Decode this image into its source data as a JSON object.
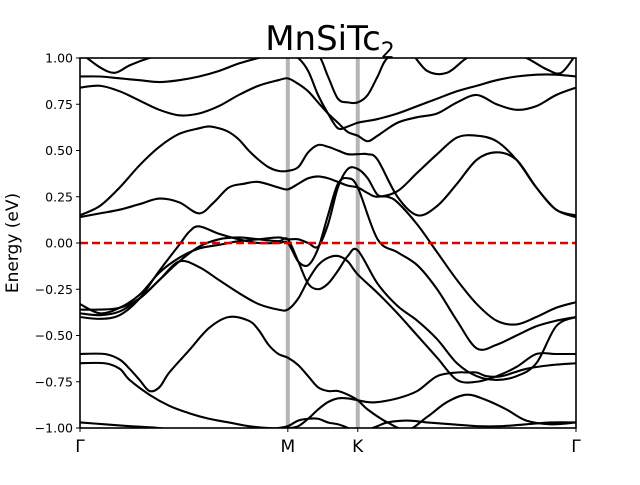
{
  "chart_data": {
    "type": "line",
    "title": "MnSiTc",
    "title_subscript": "2",
    "xlabel": "",
    "ylabel": "Energy (eV)",
    "ylim": [
      -1.0,
      1.0
    ],
    "xlim": [
      0,
      1
    ],
    "yticks": [
      -1.0,
      -0.75,
      -0.5,
      -0.25,
      0.0,
      0.25,
      0.5,
      0.75,
      1.0
    ],
    "ytick_labels": [
      "−1.00",
      "−0.75",
      "−0.50",
      "−0.25",
      "0.00",
      "0.25",
      "0.50",
      "0.75",
      "1.00"
    ],
    "kpoints": [
      {
        "label": "Γ",
        "x": 0.0
      },
      {
        "label": "M",
        "x": 0.419
      },
      {
        "label": "K",
        "x": 0.56
      },
      {
        "label": "Γ",
        "x": 1.0
      }
    ],
    "fermi_level": 0.0,
    "fermi_color": "#e00000",
    "band_color": "#000000",
    "kline_color": "#b5b5b5",
    "grid": false,
    "bands": [
      {
        "x": [
          0.0,
          0.05,
          0.1,
          0.16,
          0.2,
          0.24,
          0.3,
          0.36,
          0.38,
          0.4,
          0.419,
          0.44,
          0.46,
          0.48,
          0.5,
          0.52,
          0.54,
          0.56,
          0.58,
          0.6,
          0.62,
          0.66,
          0.7,
          0.75,
          0.8,
          0.85,
          0.9,
          0.95,
          1.0
        ],
        "y": [
          -0.97,
          -0.98,
          -0.99,
          -1.0,
          -1.02,
          -1.03,
          -1.03,
          -1.02,
          -1.01,
          -1.0,
          -0.99,
          -0.96,
          -0.95,
          -0.95,
          -0.97,
          -0.98,
          -1.0,
          -1.03,
          -1.01,
          -0.99,
          -0.97,
          -0.96,
          -0.97,
          -0.98,
          -0.99,
          -0.99,
          -0.98,
          -0.97,
          -0.97
        ]
      },
      {
        "x": [
          0.0,
          0.05,
          0.08,
          0.1,
          0.14,
          0.18,
          0.22,
          0.26,
          0.3,
          0.34,
          0.38,
          0.419,
          0.44,
          0.46,
          0.48,
          0.5,
          0.52,
          0.54,
          0.56,
          0.58,
          0.6,
          0.64,
          0.68,
          0.72,
          0.76,
          0.78,
          0.8,
          0.82,
          0.85,
          0.9,
          0.95,
          1.0
        ],
        "y": [
          -0.65,
          -0.65,
          -0.68,
          -0.74,
          -0.82,
          -0.88,
          -0.92,
          -0.95,
          -0.97,
          -0.99,
          -1.0,
          -1.0,
          -0.99,
          -0.95,
          -0.9,
          -0.86,
          -0.84,
          -0.84,
          -0.85,
          -0.86,
          -0.86,
          -0.84,
          -0.8,
          -0.72,
          -0.7,
          -0.7,
          -0.7,
          -0.72,
          -0.72,
          -0.68,
          -0.66,
          -0.65
        ]
      },
      {
        "x": [
          0.0,
          0.05,
          0.08,
          0.1,
          0.12,
          0.14,
          0.16,
          0.18,
          0.22,
          0.26,
          0.3,
          0.34,
          0.36,
          0.38,
          0.4,
          0.419,
          0.44,
          0.46,
          0.48,
          0.5,
          0.52,
          0.54,
          0.56,
          0.58,
          0.62,
          0.66,
          0.7,
          0.74,
          0.78,
          0.82,
          0.86,
          0.9,
          0.95,
          1.0
        ],
        "y": [
          -0.6,
          -0.6,
          -0.63,
          -0.68,
          -0.74,
          -0.8,
          -0.78,
          -0.7,
          -0.58,
          -0.46,
          -0.4,
          -0.42,
          -0.47,
          -0.55,
          -0.6,
          -0.62,
          -0.66,
          -0.72,
          -0.78,
          -0.8,
          -0.8,
          -0.82,
          -0.85,
          -0.9,
          -0.97,
          -1.01,
          -0.94,
          -0.86,
          -0.82,
          -0.85,
          -0.9,
          -0.96,
          -0.98,
          -0.97
        ]
      },
      {
        "x": [
          0.0,
          0.04,
          0.08,
          0.12,
          0.16,
          0.2,
          0.24,
          0.28,
          0.32,
          0.36,
          0.4,
          0.419,
          0.44,
          0.46,
          0.48,
          0.5,
          0.52,
          0.54,
          0.56,
          0.6,
          0.64,
          0.68,
          0.72,
          0.76,
          0.8,
          0.84,
          0.88,
          0.92,
          0.96,
          1.0
        ],
        "y": [
          -0.36,
          -0.36,
          -0.35,
          -0.3,
          -0.2,
          -0.1,
          -0.13,
          -0.2,
          -0.27,
          -0.33,
          -0.36,
          -0.36,
          -0.3,
          -0.2,
          -0.12,
          -0.08,
          -0.07,
          -0.1,
          -0.17,
          -0.27,
          -0.38,
          -0.5,
          -0.62,
          -0.74,
          -0.75,
          -0.72,
          -0.67,
          -0.6,
          -0.6,
          -0.6
        ]
      },
      {
        "x": [
          0.0,
          0.04,
          0.08,
          0.12,
          0.16,
          0.2,
          0.24,
          0.28,
          0.32,
          0.36,
          0.4,
          0.419,
          0.44,
          0.46,
          0.48,
          0.5,
          0.52,
          0.54,
          0.56,
          0.6,
          0.64,
          0.68,
          0.72,
          0.76,
          0.8,
          0.84,
          0.88,
          0.92,
          0.96,
          1.0
        ],
        "y": [
          -0.38,
          -0.39,
          -0.37,
          -0.3,
          -0.2,
          -0.1,
          -0.02,
          0.02,
          0.03,
          0.02,
          0.01,
          0.02,
          -0.1,
          -0.22,
          -0.25,
          -0.22,
          -0.15,
          -0.07,
          -0.04,
          -0.22,
          -0.34,
          -0.42,
          -0.52,
          -0.65,
          -0.72,
          -0.74,
          -0.72,
          -0.65,
          -0.45,
          -0.4
        ]
      },
      {
        "x": [
          0.0,
          0.04,
          0.08,
          0.12,
          0.16,
          0.2,
          0.22,
          0.24,
          0.28,
          0.32,
          0.36,
          0.4,
          0.419,
          0.44,
          0.46,
          0.48,
          0.5,
          0.52,
          0.54,
          0.56,
          0.6,
          0.64,
          0.68,
          0.72,
          0.76,
          0.8,
          0.84,
          0.88,
          0.92,
          0.96,
          1.0
        ],
        "y": [
          -0.4,
          -0.41,
          -0.39,
          -0.3,
          -0.15,
          -0.01,
          0.06,
          0.09,
          0.05,
          0.02,
          0.0,
          0.0,
          0.0,
          -0.1,
          -0.12,
          -0.03,
          0.15,
          0.32,
          0.35,
          0.3,
          0.02,
          -0.05,
          -0.12,
          -0.25,
          -0.42,
          -0.57,
          -0.55,
          -0.5,
          -0.45,
          -0.42,
          -0.4
        ]
      },
      {
        "x": [
          0.0,
          0.04,
          0.08,
          0.12,
          0.16,
          0.2,
          0.24,
          0.28,
          0.3,
          0.32,
          0.36,
          0.4,
          0.419,
          0.44,
          0.46,
          0.48,
          0.5,
          0.52,
          0.54,
          0.56,
          0.58,
          0.6,
          0.62,
          0.64,
          0.68,
          0.72,
          0.76,
          0.8,
          0.84,
          0.88,
          0.92,
          0.96,
          1.0
        ],
        "y": [
          -0.33,
          -0.38,
          -0.35,
          -0.28,
          -0.16,
          -0.08,
          -0.03,
          -0.01,
          0.0,
          0.01,
          0.02,
          0.03,
          0.02,
          0.02,
          0.0,
          -0.02,
          0.1,
          0.3,
          0.4,
          0.4,
          0.35,
          0.26,
          0.25,
          0.22,
          0.1,
          -0.05,
          -0.2,
          -0.33,
          -0.42,
          -0.44,
          -0.4,
          -0.35,
          -0.32
        ]
      },
      {
        "x": [
          0.0,
          0.04,
          0.08,
          0.12,
          0.16,
          0.2,
          0.24,
          0.27,
          0.3,
          0.33,
          0.36,
          0.4,
          0.419,
          0.44,
          0.46,
          0.48,
          0.5,
          0.52,
          0.54,
          0.56,
          0.58,
          0.6,
          0.64,
          0.68,
          0.72,
          0.76,
          0.8,
          0.84,
          0.88,
          0.92,
          0.96,
          1.0
        ],
        "y": [
          0.14,
          0.16,
          0.18,
          0.21,
          0.24,
          0.22,
          0.16,
          0.22,
          0.3,
          0.32,
          0.33,
          0.3,
          0.29,
          0.32,
          0.35,
          0.36,
          0.35,
          0.33,
          0.31,
          0.3,
          0.27,
          0.25,
          0.28,
          0.38,
          0.48,
          0.57,
          0.58,
          0.55,
          0.45,
          0.3,
          0.18,
          0.14
        ]
      },
      {
        "x": [
          0.0,
          0.04,
          0.08,
          0.12,
          0.16,
          0.2,
          0.24,
          0.26,
          0.28,
          0.3,
          0.32,
          0.34,
          0.36,
          0.38,
          0.4,
          0.419,
          0.44,
          0.46,
          0.48,
          0.5,
          0.52,
          0.54,
          0.56,
          0.58,
          0.6,
          0.64,
          0.68,
          0.72,
          0.76,
          0.8,
          0.84,
          0.88,
          0.92,
          0.96,
          1.0
        ],
        "y": [
          0.15,
          0.2,
          0.3,
          0.42,
          0.52,
          0.59,
          0.62,
          0.63,
          0.62,
          0.6,
          0.56,
          0.5,
          0.45,
          0.41,
          0.39,
          0.39,
          0.41,
          0.49,
          0.53,
          0.52,
          0.5,
          0.48,
          0.48,
          0.48,
          0.45,
          0.25,
          0.15,
          0.2,
          0.32,
          0.45,
          0.49,
          0.45,
          0.3,
          0.18,
          0.15
        ]
      },
      {
        "x": [
          0.0,
          0.04,
          0.08,
          0.12,
          0.16,
          0.2,
          0.24,
          0.28,
          0.32,
          0.36,
          0.4,
          0.419,
          0.44,
          0.46,
          0.48,
          0.5,
          0.52,
          0.54,
          0.56,
          0.58,
          0.6,
          0.64,
          0.68,
          0.72,
          0.76,
          0.8,
          0.84,
          0.88,
          0.92,
          0.96,
          1.0
        ],
        "y": [
          0.84,
          0.85,
          0.82,
          0.77,
          0.72,
          0.69,
          0.7,
          0.74,
          0.8,
          0.85,
          0.88,
          0.89,
          0.86,
          0.82,
          0.76,
          0.7,
          0.65,
          0.6,
          0.58,
          0.55,
          0.58,
          0.65,
          0.68,
          0.7,
          0.76,
          0.8,
          0.75,
          0.72,
          0.74,
          0.8,
          0.84
        ]
      },
      {
        "x": [
          0.0,
          0.04,
          0.08,
          0.12,
          0.16,
          0.2,
          0.24,
          0.28,
          0.32,
          0.36,
          0.4,
          0.419,
          0.44,
          0.46,
          0.48,
          0.5,
          0.52,
          0.54,
          0.56,
          0.58,
          0.6,
          0.64,
          0.68,
          0.72,
          0.76,
          0.8,
          0.84,
          0.88,
          0.92,
          0.96,
          1.0
        ],
        "y": [
          0.9,
          0.9,
          0.89,
          0.88,
          0.87,
          0.88,
          0.9,
          0.93,
          0.97,
          1.0,
          1.02,
          1.03,
          1.0,
          0.93,
          0.8,
          0.7,
          0.62,
          0.63,
          0.65,
          0.66,
          0.67,
          0.7,
          0.74,
          0.78,
          0.82,
          0.85,
          0.88,
          0.9,
          0.91,
          0.91,
          0.9
        ]
      },
      {
        "x": [
          0.0,
          0.04,
          0.07,
          0.1,
          0.14,
          0.18,
          0.22,
          0.26,
          0.3,
          0.34,
          0.38,
          0.419,
          0.45,
          0.48,
          0.5,
          0.52,
          0.54,
          0.56,
          0.58,
          0.6,
          0.62,
          0.66,
          0.7,
          0.74,
          0.78,
          0.82,
          0.86,
          0.9,
          0.94,
          0.97,
          1.0
        ],
        "y": [
          1.03,
          0.95,
          0.92,
          0.96,
          1.0,
          1.02,
          1.02,
          1.01,
          1.01,
          1.01,
          1.02,
          1.03,
          1.05,
          1.02,
          0.9,
          0.78,
          0.76,
          0.76,
          0.8,
          0.9,
          1.0,
          1.04,
          0.93,
          0.92,
          1.0,
          1.04,
          1.03,
          1.0,
          0.94,
          0.92,
          1.02
        ]
      }
    ]
  }
}
